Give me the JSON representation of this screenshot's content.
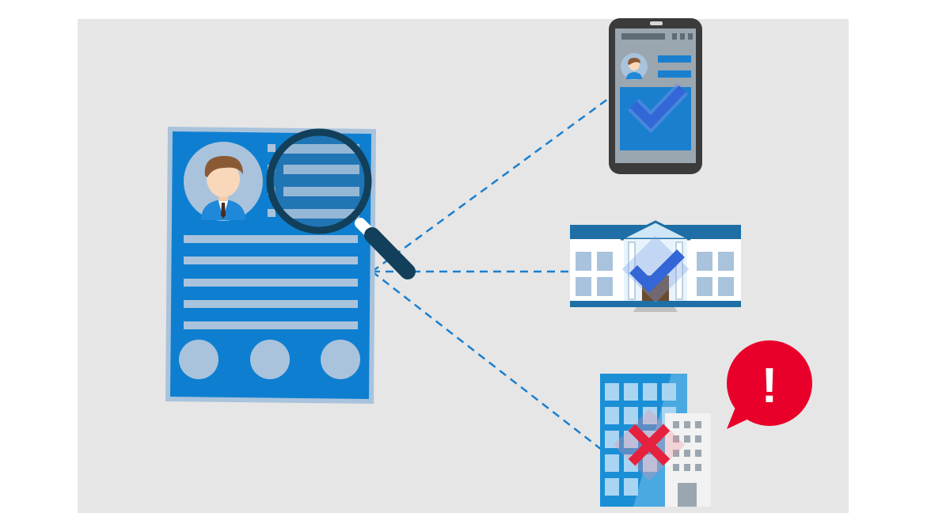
{
  "alert_bubble": {
    "symbol": "!"
  },
  "colors": {
    "background_panel": "#e6e6e6",
    "document_blue": "#0e7fd0",
    "document_border": "#a9c3dc",
    "line_blue": "#1a7fcf",
    "check_blue": "#3366d6",
    "alert_red": "#e8002a",
    "reject_red": "#e5213d",
    "magnifier_dark": "#123f5a",
    "phone_frame": "#3b3b3b",
    "building_roof": "#1f6ea6"
  },
  "icons": [
    "resume-document-icon",
    "magnifying-glass-icon",
    "smartphone-icon",
    "government-building-icon",
    "office-building-icon",
    "checkmark-icon",
    "cross-mark-icon",
    "alert-speech-bubble-icon"
  ],
  "results": [
    {
      "target": "smartphone",
      "status": "verified"
    },
    {
      "target": "institution-building",
      "status": "verified"
    },
    {
      "target": "office-building",
      "status": "rejected"
    }
  ]
}
